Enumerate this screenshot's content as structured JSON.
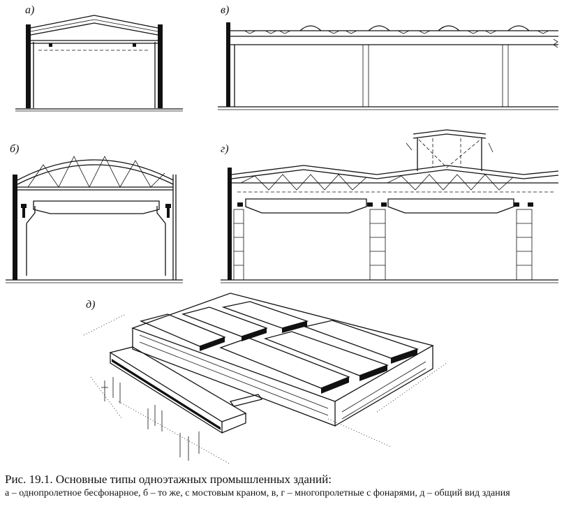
{
  "panels": {
    "a": "а)",
    "b": "б)",
    "v": "в)",
    "g": "г)",
    "d": "д)"
  },
  "caption": {
    "title": "Рис. 19.1. Основные типы одноэтажных промышленных зданий:",
    "text": "а – однопролетное бесфонарное, б – то же, с мостовым краном, в, г – многопролетные с фонарями, д – общий вид здания"
  }
}
